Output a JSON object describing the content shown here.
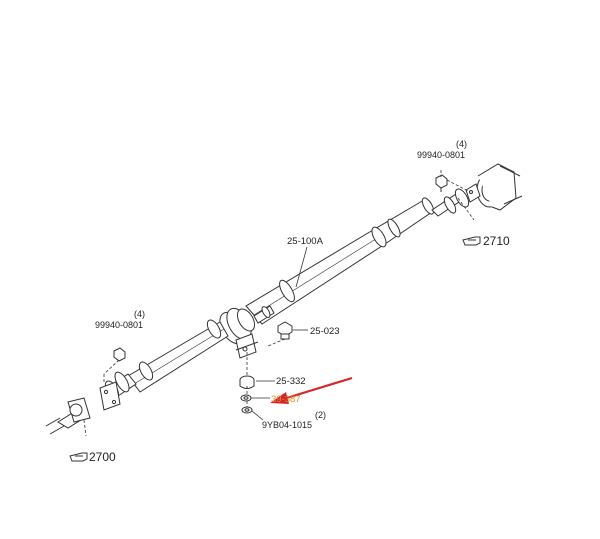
{
  "labels": {
    "main_shaft": "25-100A",
    "bolt_top_qty": "(4)",
    "bolt_top_code": "99940-0801",
    "bolt_left_qty": "(4)",
    "bolt_left_code": "99940-0801",
    "part_25_023": "25-023",
    "part_25_332": "25-332",
    "part_39_387": "39-387",
    "washer_qty": "(2)",
    "washer_code": "9YB04-1015",
    "ref_2710": "2710",
    "ref_2700": "2700"
  },
  "highlight_color": "#d98a2b",
  "arrow_color": "#d3282b"
}
